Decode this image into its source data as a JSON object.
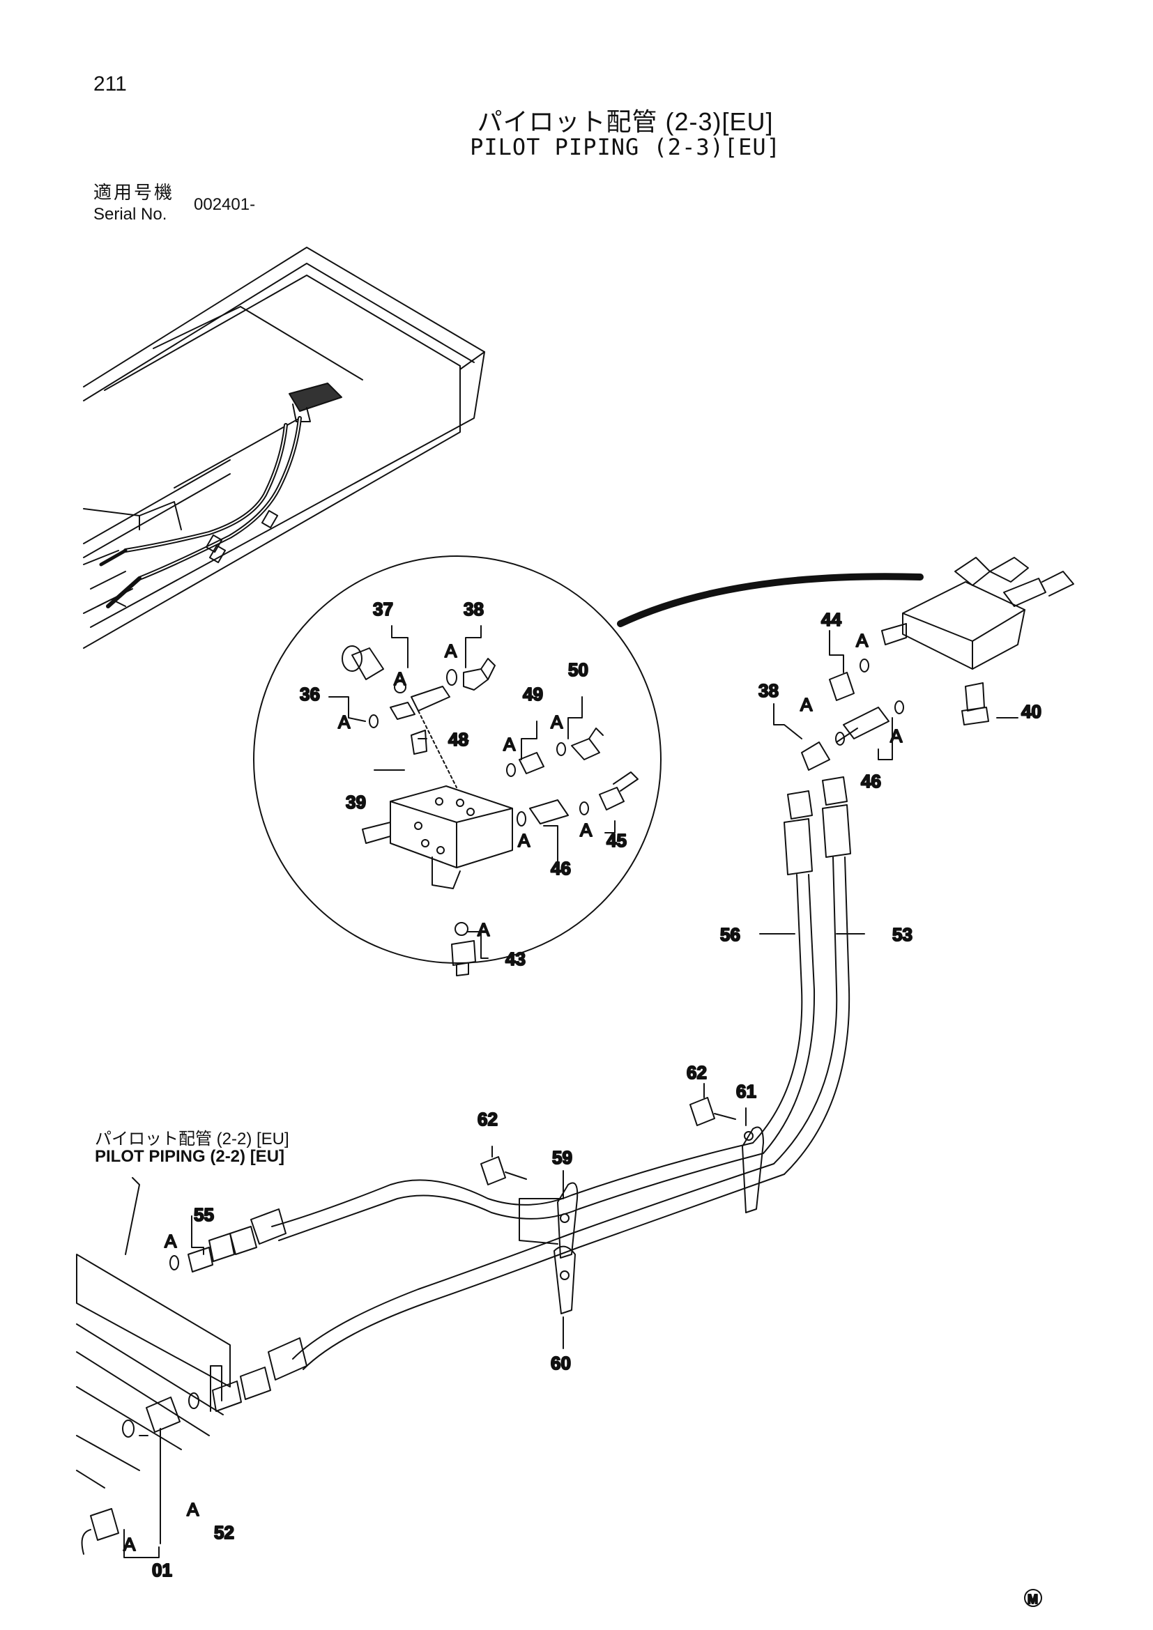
{
  "page_number": "211",
  "title_jp": "パイロット配管 (2-3)[EU]",
  "title_en": "PILOT PIPING (2-3)[EU]",
  "serial_label_jp": "適用号機",
  "serial_label_en": "Serial No.",
  "serial_value": "002401-",
  "ref_jp": "パイロット配管 (2-2) [EU]",
  "ref_en": "PILOT PIPING (2-2) [EU]",
  "mark": "M",
  "o_ring_marker": "A",
  "part_labels": {
    "p36": "36",
    "p37": "37",
    "p38a": "38",
    "p39": "39",
    "p43": "43",
    "p45": "45",
    "p46a": "46",
    "p48": "48",
    "p49": "49",
    "p50": "50",
    "p44": "44",
    "p38b": "38",
    "p40": "40",
    "p46b": "46",
    "p56": "56",
    "p53": "53",
    "p62a": "62",
    "p61": "61",
    "p62b": "62",
    "p59": "59",
    "p60": "60",
    "p55": "55",
    "p52": "52",
    "p01": "01"
  }
}
